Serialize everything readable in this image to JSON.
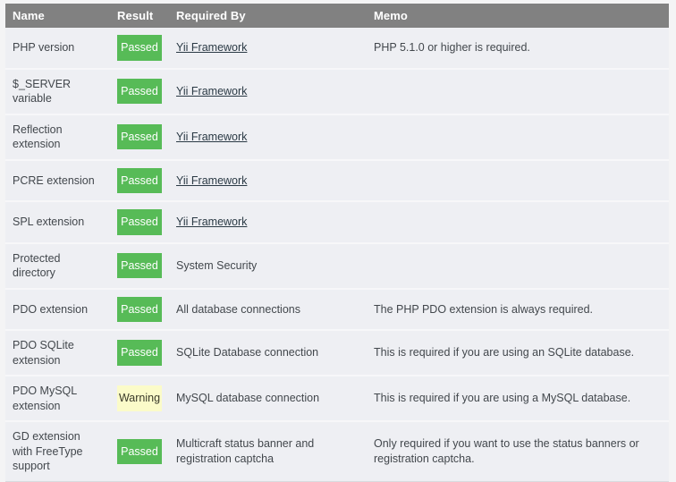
{
  "table": {
    "columns": [
      {
        "key": "name",
        "label": "Name"
      },
      {
        "key": "result",
        "label": "Result"
      },
      {
        "key": "req",
        "label": "Required By"
      },
      {
        "key": "memo",
        "label": "Memo"
      }
    ],
    "colors": {
      "header_bg": "#818181",
      "header_text": "#ffffff",
      "row_bg": "#eeeff3",
      "passed_bg": "#57bb57",
      "passed_text": "#ffffff",
      "warning_bg": "#fbfbc9",
      "warning_text": "#3a3a2a",
      "link_text": "#2b3a45",
      "body_text": "#42474c",
      "page_bg": "#f4f4f5"
    },
    "rows": [
      {
        "name": "PHP version",
        "result": "Passed",
        "status": "passed",
        "required_by": "Yii Framework",
        "required_by_is_link": true,
        "memo": "PHP 5.1.0 or higher is required."
      },
      {
        "name": "$_SERVER variable",
        "result": "Passed",
        "status": "passed",
        "required_by": "Yii Framework",
        "required_by_is_link": true,
        "memo": ""
      },
      {
        "name": "Reflection extension",
        "result": "Passed",
        "status": "passed",
        "required_by": "Yii Framework",
        "required_by_is_link": true,
        "memo": ""
      },
      {
        "name": "PCRE extension",
        "result": "Passed",
        "status": "passed",
        "required_by": "Yii Framework",
        "required_by_is_link": true,
        "memo": ""
      },
      {
        "name": "SPL extension",
        "result": "Passed",
        "status": "passed",
        "required_by": "Yii Framework",
        "required_by_is_link": true,
        "memo": ""
      },
      {
        "name": "Protected directory",
        "result": "Passed",
        "status": "passed",
        "required_by": "System Security",
        "required_by_is_link": false,
        "memo": ""
      },
      {
        "name": "PDO extension",
        "result": "Passed",
        "status": "passed",
        "required_by": "All database connections",
        "required_by_is_link": false,
        "memo": "The PHP PDO extension is always required."
      },
      {
        "name": "PDO SQLite extension",
        "result": "Passed",
        "status": "passed",
        "required_by": "SQLite Database connection",
        "required_by_is_link": false,
        "memo": "This is required if you are using an SQLite database."
      },
      {
        "name": "PDO MySQL extension",
        "result": "Warning",
        "status": "warning",
        "required_by": "MySQL database connection",
        "required_by_is_link": false,
        "memo": "This is required if you are using a MySQL database."
      },
      {
        "name": "GD extension with FreeType support",
        "result": "Passed",
        "status": "passed",
        "required_by": "Multicraft status banner and registration captcha",
        "required_by_is_link": false,
        "memo": "Only required if you want to use the status banners or registration captcha."
      }
    ]
  }
}
